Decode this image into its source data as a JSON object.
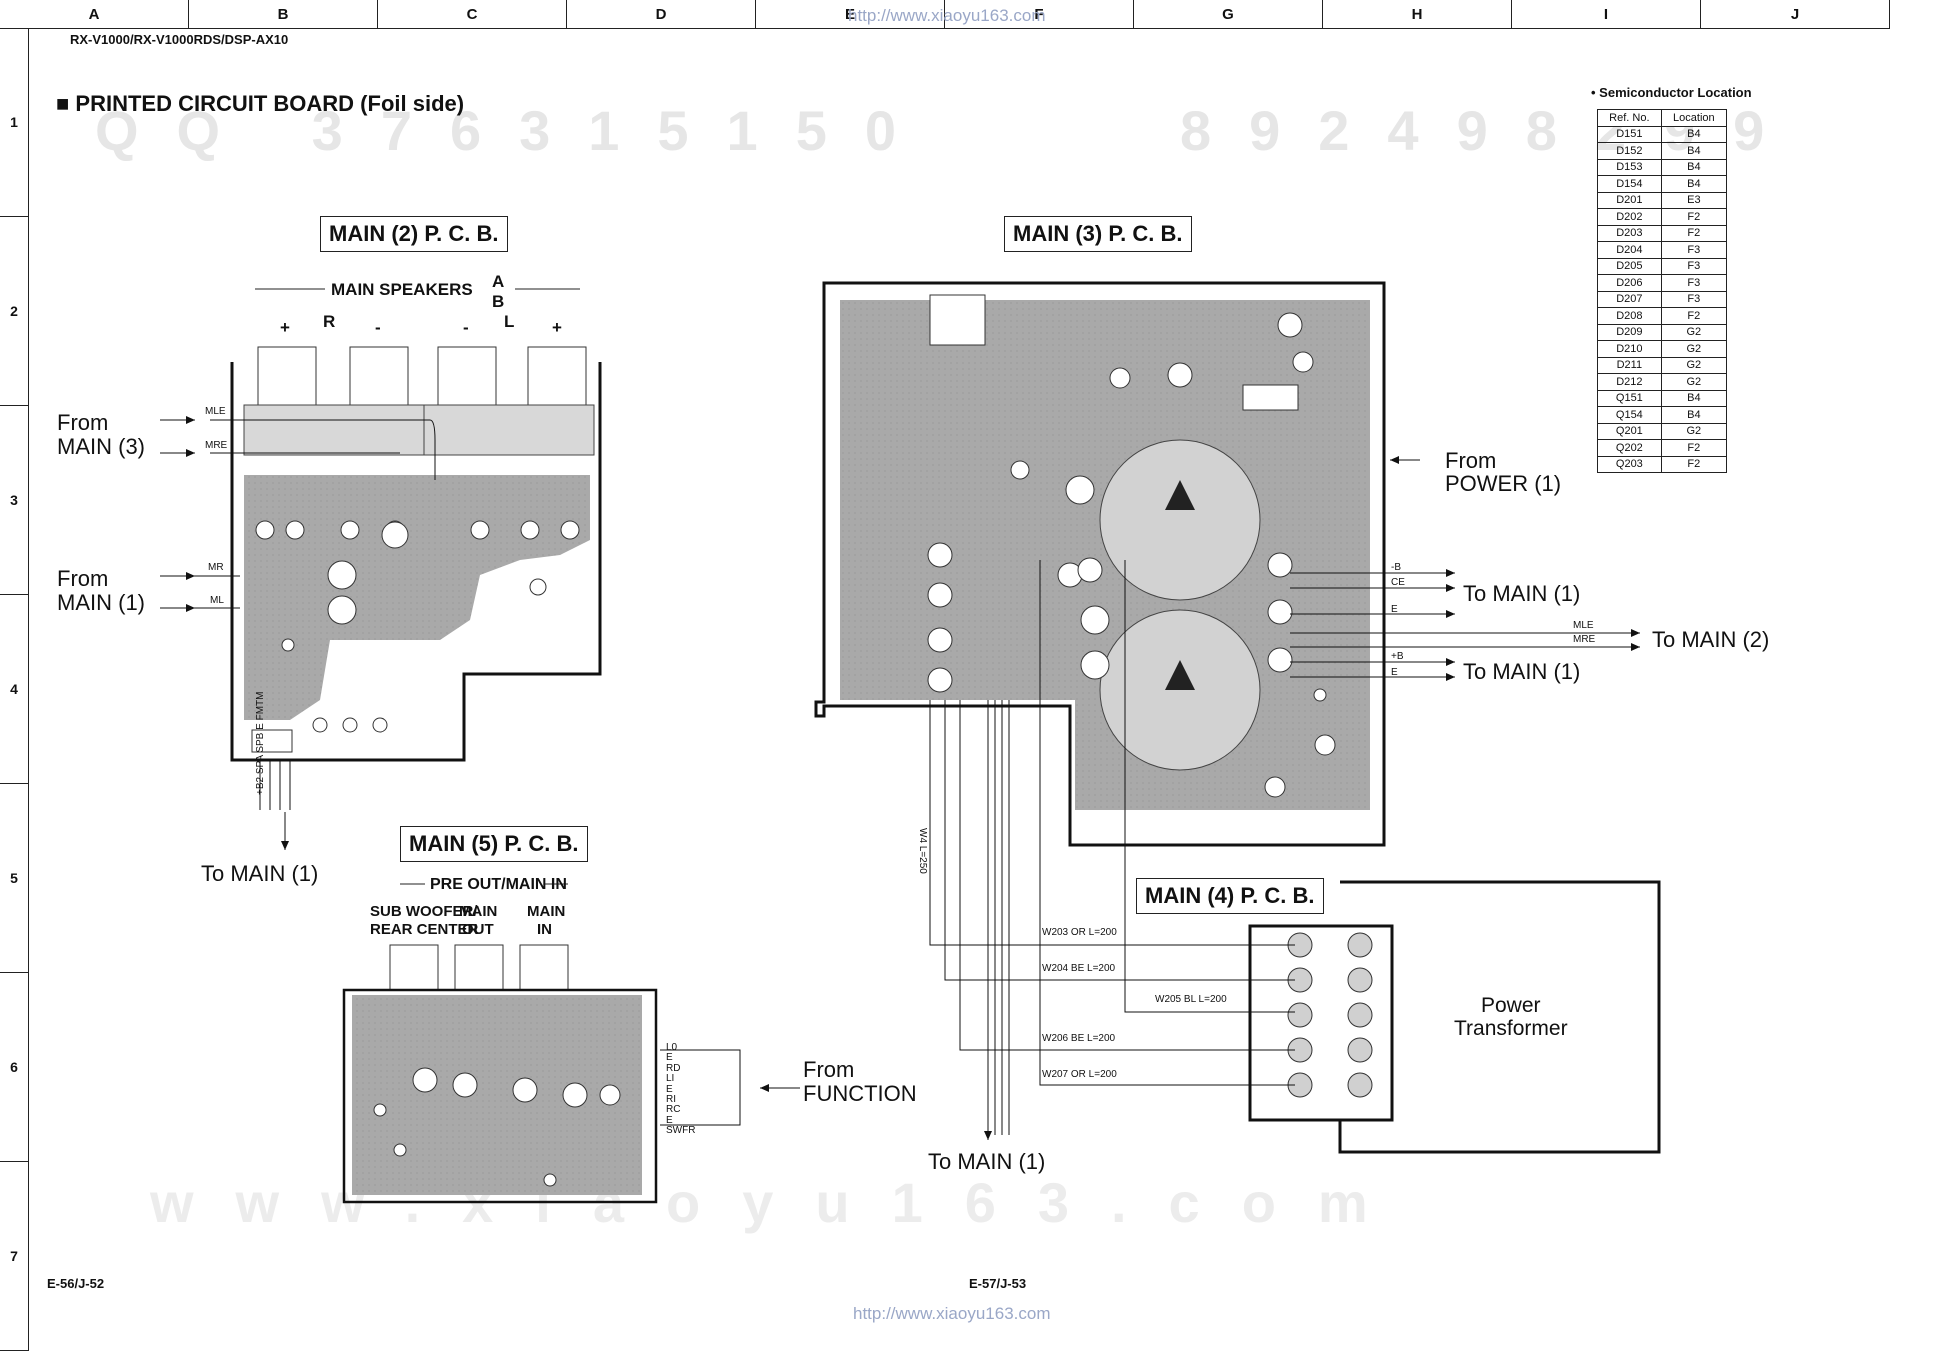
{
  "model": "RX-V1000/RX-V1000RDS/DSP-AX10",
  "url_top": "http://www.xiaoyu163.com",
  "url_bottom": "http://www.xiaoyu163.com",
  "columns": [
    "A",
    "B",
    "C",
    "D",
    "E",
    "F",
    "G",
    "H",
    "I",
    "J"
  ],
  "rows": [
    "1",
    "2",
    "3",
    "4",
    "5",
    "6",
    "7"
  ],
  "page_title": "■ PRINTED CIRCUIT BOARD (Foil side)",
  "boards": {
    "main2": "MAIN (2) P. C. B.",
    "main3": "MAIN (3) P. C. B.",
    "main4": "MAIN (4) P. C. B.",
    "main5": "MAIN (5) P. C. B."
  },
  "main2": {
    "speakers": "MAIN SPEAKERS",
    "a": "A",
    "b": "B",
    "r": "R",
    "l": "L",
    "plus1": "+",
    "minus1": "-",
    "minus2": "-",
    "plus2": "+",
    "from_main3_a": "From",
    "from_main3_b": "MAIN (3)",
    "from_main1_a": "From",
    "from_main1_b": "MAIN (1)",
    "to_main1": "To MAIN (1)",
    "sig_mle": "MLE",
    "sig_mre": "MRE",
    "sig_mr": "MR",
    "sig_ml": "ML",
    "bottom_pins": "+B2 SPA SPB E FMTM"
  },
  "main5": {
    "header": "PRE OUT/MAIN IN",
    "jack1_a": "SUB WOOFER/",
    "jack1_b": "REAR CENTER",
    "jack2_a": "MAIN",
    "jack2_b": "OUT",
    "jack3_a": "MAIN",
    "jack3_b": "IN",
    "from_a": "From",
    "from_b": "FUNCTION",
    "pins": [
      "L0",
      "E",
      "RD",
      "LI",
      "E",
      "RI",
      "RC",
      "E",
      "SWFR"
    ]
  },
  "main3": {
    "from_power_a": "From",
    "from_power_b": "POWER (1)",
    "to_main1_top": "To MAIN (1)",
    "to_main2": "To MAIN (2)",
    "to_main1_mid": "To MAIN (1)",
    "to_main1_bottom": "To MAIN (1)",
    "sig": [
      "-B",
      "CE",
      "E",
      "MLE",
      "MRE",
      "+B",
      "E"
    ],
    "w4": "W4 L=250"
  },
  "main4": {
    "transformer_a": "Power",
    "transformer_b": "Transformer",
    "wires": [
      "W203 OR L=200",
      "W204 BE L=200",
      "W205 BL L=200",
      "W206 BE L=200",
      "W207 OR L=200"
    ]
  },
  "semi": {
    "title": "• Semiconductor Location",
    "col_ref": "Ref. No.",
    "col_loc": "Location",
    "rows": [
      [
        "D151",
        "B4"
      ],
      [
        "D152",
        "B4"
      ],
      [
        "D153",
        "B4"
      ],
      [
        "D154",
        "B4"
      ],
      [
        "D201",
        "E3"
      ],
      [
        "D202",
        "F2"
      ],
      [
        "D203",
        "F2"
      ],
      [
        "D204",
        "F3"
      ],
      [
        "D205",
        "F3"
      ],
      [
        "D206",
        "F3"
      ],
      [
        "D207",
        "F3"
      ],
      [
        "D208",
        "F2"
      ],
      [
        "D209",
        "G2"
      ],
      [
        "D210",
        "G2"
      ],
      [
        "D211",
        "G2"
      ],
      [
        "D212",
        "G2"
      ],
      [
        "Q151",
        "B4"
      ],
      [
        "Q154",
        "B4"
      ],
      [
        "Q201",
        "G2"
      ],
      [
        "Q202",
        "F2"
      ],
      [
        "Q203",
        "F2"
      ]
    ]
  },
  "footer_left": "E-56/J-52",
  "footer_right": "E-57/J-53",
  "watermarks": {
    "code1": "QQ 376315150",
    "code2": "892498299",
    "site": "www.xiaoyu163.com"
  }
}
